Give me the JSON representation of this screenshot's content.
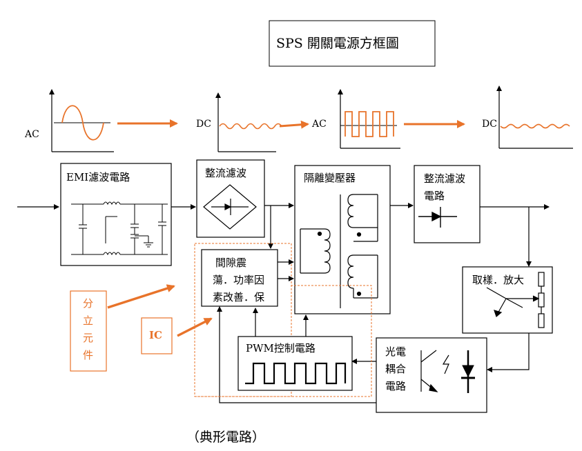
{
  "title": "SPS 開關電源方框圖",
  "caption": "（典形電路）",
  "waveforms": {
    "ac_label_1": "AC",
    "dc_label_1": "DC",
    "ac_label_2": "AC",
    "dc_label_2": "DC"
  },
  "blocks": {
    "emi": "EMI濾波電路",
    "rect1": "整流濾波",
    "transformer": "隔離變壓器",
    "rect2_line1": "整流濾波",
    "rect2_line2": "電路",
    "osc_line1": "間隙震",
    "osc_line2": "蕩．功率因",
    "osc_line3": "素改善．保",
    "sample": "取樣．放大",
    "pwm": "PWM控制電路",
    "opto_line1": "光電",
    "opto_line2": "耦合",
    "opto_line3": "電路"
  },
  "annotations": {
    "discrete_1": "分",
    "discrete_2": "立",
    "discrete_3": "元",
    "discrete_4": "件",
    "ic": "IC"
  },
  "colors": {
    "accent": "#e8732a",
    "line": "#000000"
  }
}
